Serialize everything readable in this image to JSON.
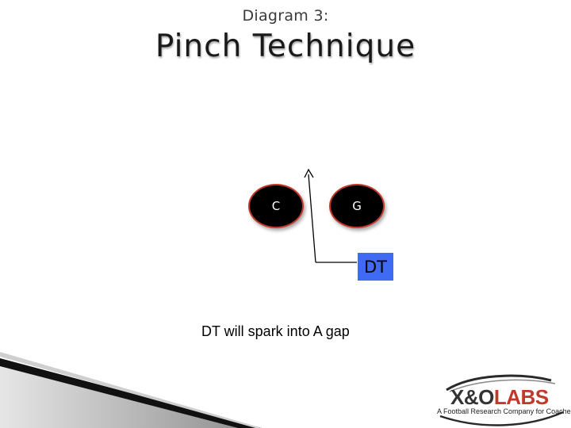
{
  "slide": {
    "subtitle": "Diagram 3:",
    "title": "Pinch Technique",
    "caption": "DT will spark into A gap"
  },
  "players": {
    "center": "C",
    "guard": "G",
    "defensive_tackle": "DT"
  },
  "logo": {
    "name_part1": "X&O",
    "name_part2": "LABS",
    "tagline": "A Football Research Company for Coaches"
  },
  "colors": {
    "dt_box": "#3f6bf2",
    "player_fill": "#000000",
    "player_outline": "#c0392b",
    "logo_accent": "#c0392b"
  }
}
